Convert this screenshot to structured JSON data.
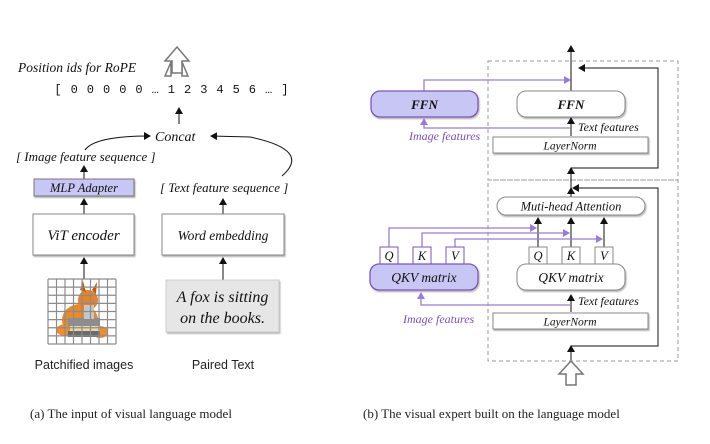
{
  "panel_a": {
    "position_ids_label": "Position ids for RoPE",
    "position_ids": [
      "[",
      "0",
      "0",
      "0",
      "0",
      "0",
      "…",
      "1",
      "2",
      "3",
      "4",
      "5",
      "6",
      "…",
      "]"
    ],
    "concat_label": "Concat",
    "image_feature_seq": "[ Image feature sequence ]",
    "text_feature_seq": "[ Text  feature sequence ]",
    "mlp_adapter": "MLP Adapter",
    "vit_encoder": "ViT encoder",
    "word_embedding": "Word embedding",
    "paired_text_line1": "A fox is sitting",
    "paired_text_line2": "on the books.",
    "patchified_label": "Patchified images",
    "paired_label": "Paired Text",
    "caption": "(a) The input of visual language model"
  },
  "panel_b": {
    "ffn_image": "FFN",
    "ffn_text": "FFN",
    "text_features": "Text features",
    "image_features": "Image features",
    "layernorm": "LayerNorm",
    "attention": "Muti-head Attention",
    "qkv_image": "QKV matrix",
    "qkv_text": "QKV matrix",
    "q": "Q",
    "k": "K",
    "v": "V",
    "caption": "(b) The visual expert built on the language model"
  },
  "colors": {
    "purple_fill": "#c8c6f5",
    "purple_stroke": "#7b56b8",
    "purple_line": "#9a7dd0",
    "purple_text": "#7b4fb0",
    "dark": "#1a1a1a",
    "gray": "#888888"
  }
}
